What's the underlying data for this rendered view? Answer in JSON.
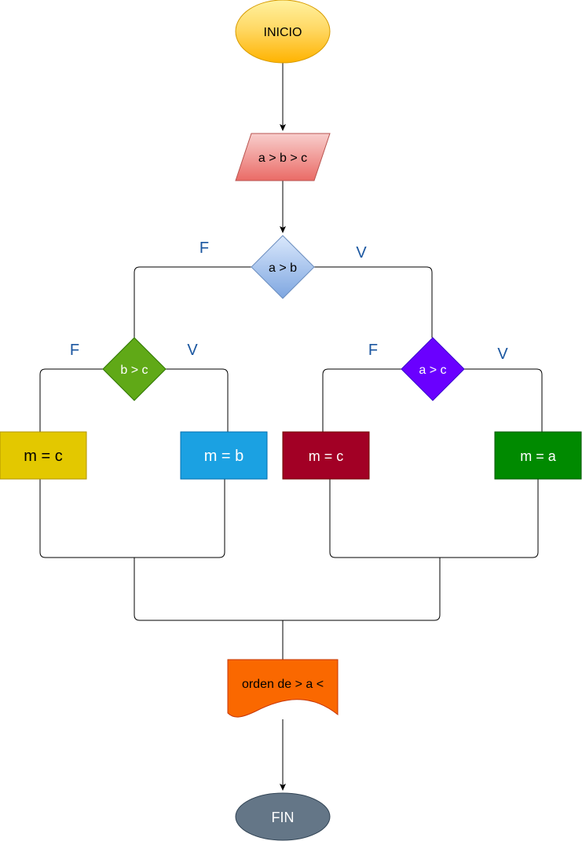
{
  "start": {
    "text": "INICIO",
    "fill": "#ffcd28",
    "stroke": "#d79b00"
  },
  "input": {
    "text": "a > b > c",
    "fill": "#f19c99",
    "stroke": "#b85450"
  },
  "decision_main": {
    "text": "a > b",
    "fill": "#b3cdf2",
    "stroke": "#6c8ebf",
    "false_label": "F",
    "true_label": "V"
  },
  "decision_left": {
    "text": "b > c",
    "fill": "#60a917",
    "stroke": "#2d7600",
    "false_label": "F",
    "true_label": "V"
  },
  "decision_right": {
    "text": "a > c",
    "fill": "#6a00ff",
    "stroke": "#3700cc",
    "false_label": "F",
    "true_label": "V"
  },
  "process_m_c_left": {
    "text": "m = c",
    "fill": "#e3c800",
    "stroke": "#b09500"
  },
  "process_m_b": {
    "text": "m = b",
    "fill": "#1ba1e2",
    "stroke": "#006eaf"
  },
  "process_m_c_right": {
    "text": "m = c",
    "fill": "#a20025",
    "stroke": "#6f0000"
  },
  "process_m_a": {
    "text": "m = a",
    "fill": "#008a00",
    "stroke": "#005700"
  },
  "output": {
    "text": "orden de > a <",
    "fill": "#fa6800",
    "stroke": "#c73500"
  },
  "end": {
    "text": "FIN",
    "fill": "#647687",
    "stroke": "#314354"
  },
  "colors": {
    "edge": "#000000",
    "branch_label": "#1a56a0"
  }
}
